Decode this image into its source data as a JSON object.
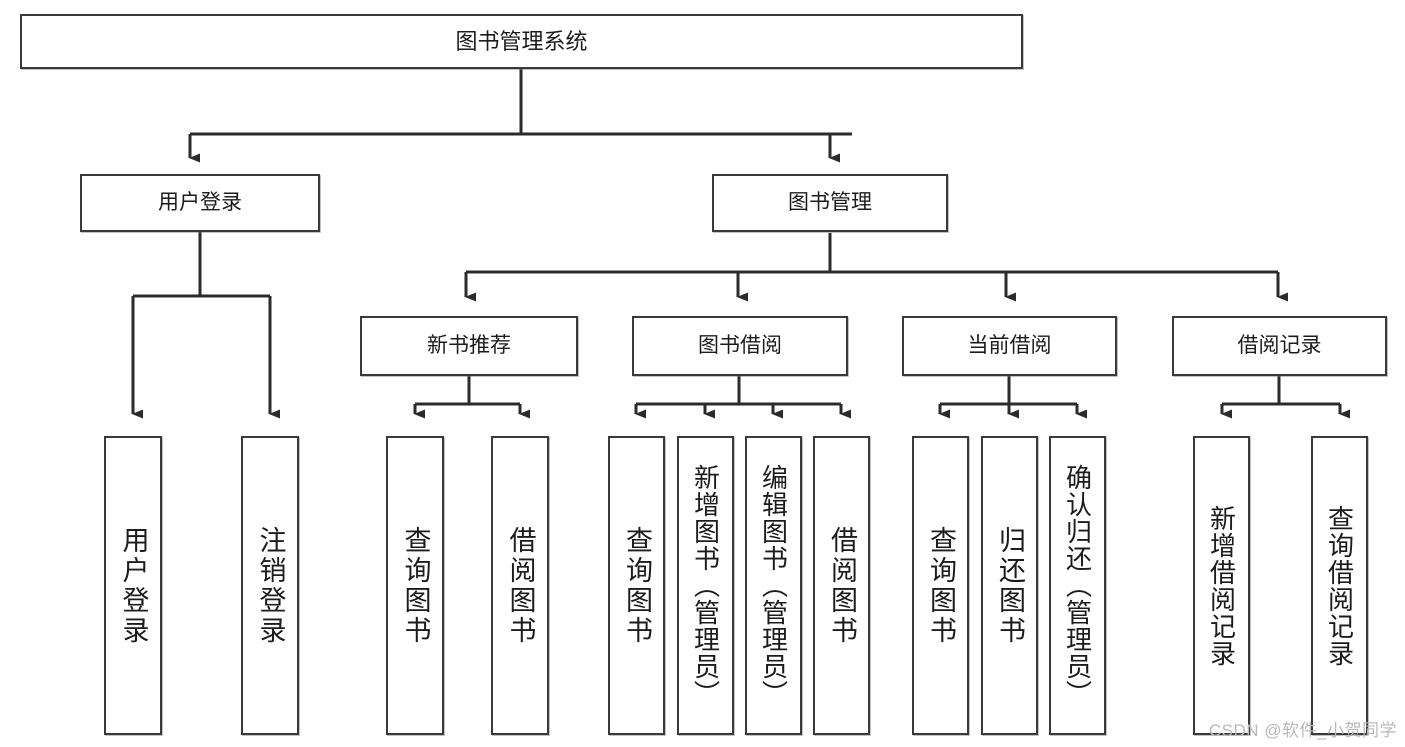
{
  "diagram": {
    "title": "图书管理系统",
    "type": "tree-hierarchy-diagram",
    "watermark": "CSDN @软件_小贺同学",
    "colors": {
      "box_border": "#3a3a3a",
      "box_fill": "#ffffff",
      "connector": "#2b2b2b",
      "text": "#1c1c1c",
      "watermark": "#b9b9b9",
      "background": "#ffffff"
    },
    "root": {
      "label": "图书管理系统"
    },
    "level1": [
      {
        "label": "用户登录"
      },
      {
        "label": "图书管理"
      }
    ],
    "level2": [
      {
        "label": "新书推荐"
      },
      {
        "label": "图书借阅"
      },
      {
        "label": "当前借阅"
      },
      {
        "label": "借阅记录"
      }
    ],
    "leaves": {
      "user_login": [
        {
          "label": "用户登录"
        },
        {
          "label": "注销登录"
        }
      ],
      "new_book_recommend": [
        {
          "label": "查询图书"
        },
        {
          "label": "借阅图书"
        }
      ],
      "book_borrow": [
        {
          "label": "查询图书"
        },
        {
          "label": "新增图书（管理员）"
        },
        {
          "label": "编辑图书（管理员）"
        },
        {
          "label": "借阅图书"
        }
      ],
      "current_borrow": [
        {
          "label": "查询图书"
        },
        {
          "label": "归还图书"
        },
        {
          "label": "确认归还（管理员）"
        }
      ],
      "borrow_record": [
        {
          "label": "新增借阅记录"
        },
        {
          "label": "查询借阅记录"
        }
      ]
    }
  }
}
